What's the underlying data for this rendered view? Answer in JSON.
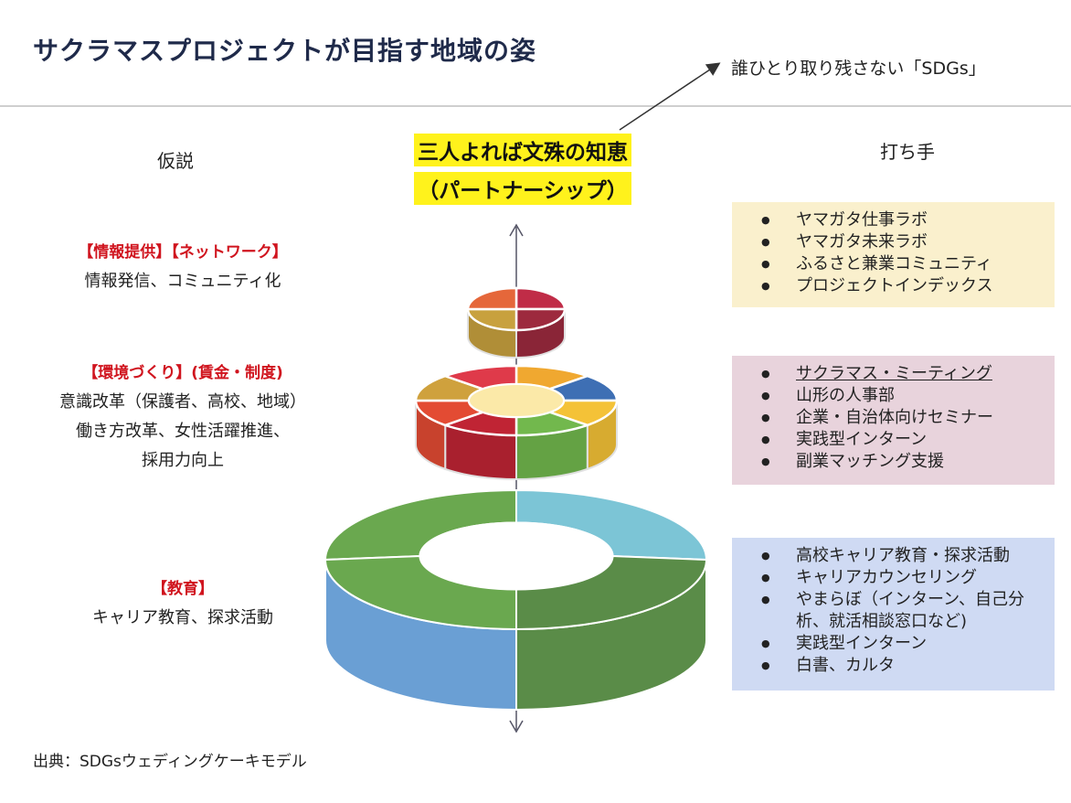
{
  "title": "サクラマスプロジェクトが目指す地域の姿",
  "sdgs_note": "誰ひとり取り残さない「SDGs」",
  "headers": {
    "hypothesis": "仮説",
    "measures": "打ち手",
    "center_line1": "三人よれば文殊の知恵",
    "center_line2": "（パートナーシップ）"
  },
  "hypotheses": [
    {
      "tag": "【情報提供】【ネットワーク】",
      "lines": [
        "情報発信、コミュニティ化"
      ]
    },
    {
      "tag": "【環境づくり】(賃金・制度)",
      "lines": [
        "意識改革（保護者、高校、地域）",
        "働き方改革、女性活躍推進、",
        "採用力向上"
      ]
    },
    {
      "tag": "【教育】",
      "lines": [
        "キャリア教育、探求活動"
      ]
    }
  ],
  "measures": [
    {
      "bg": "#faf0cd",
      "items": [
        "ヤマガタ仕事ラボ",
        "ヤマガタ未来ラボ",
        "ふるさと兼業コミュニティ",
        "プロジェクトインデックス"
      ]
    },
    {
      "bg": "#e8d3dc",
      "items": [
        "サクラマス・ミーティング",
        "山形の人事部",
        "企業・自治体向けセミナー",
        "実践型インターン",
        "副業マッチング支援"
      ]
    },
    {
      "bg": "#cfdaf3",
      "items": [
        "高校キャリア教育・探求活動",
        "キャリアカウンセリング",
        "やまらぼ（インターン、自己分析、就活相談窓口など)",
        "実践型インターン",
        "白書、カルタ"
      ]
    }
  ],
  "source": "出典：SDGsウェディングケーキモデル",
  "colors": {
    "title": "#1f2a4a",
    "highlight": "#fff21c",
    "tag_red": "#d0141e",
    "tier_top": [
      "#c02c47",
      "#9d2a3e",
      "#c8a13e",
      "#e5673a"
    ],
    "tier_mid": [
      "#f0a830",
      "#3e6fb4",
      "#f4c237",
      "#72b84d",
      "#c02434",
      "#e34b33",
      "#cfa13d",
      "#df3a4a"
    ],
    "tier_bottom": [
      "#6aa84f",
      "#7cc5d6",
      "#5a8c48",
      "#6a9fd4"
    ]
  }
}
